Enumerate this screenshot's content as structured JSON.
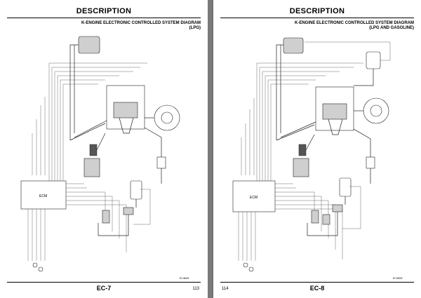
{
  "left_page": {
    "heading": "DESCRIPTION",
    "subtitle_line1": "K-ENGINE ELECTRONIC CONTROLLED SYSTEM DIAGRAM",
    "subtitle_line2": "(LPG)",
    "footer_code": "EC-7",
    "page_number": "113",
    "ecm_label": "ECM",
    "figure_ref": "EC4M01"
  },
  "right_page": {
    "heading": "DESCRIPTION",
    "subtitle_line1": "K-ENGINE ELECTRONIC CONTROLLED SYSTEM DIAGRAM",
    "subtitle_line2": "(LPG AND GASOLINE)",
    "footer_code": "EC-8",
    "page_number": "114",
    "ecm_label": "ECM",
    "figure_ref": "EC4M02"
  },
  "colors": {
    "background": "#8c8c8c",
    "page": "#ffffff",
    "ink": "#000000"
  }
}
